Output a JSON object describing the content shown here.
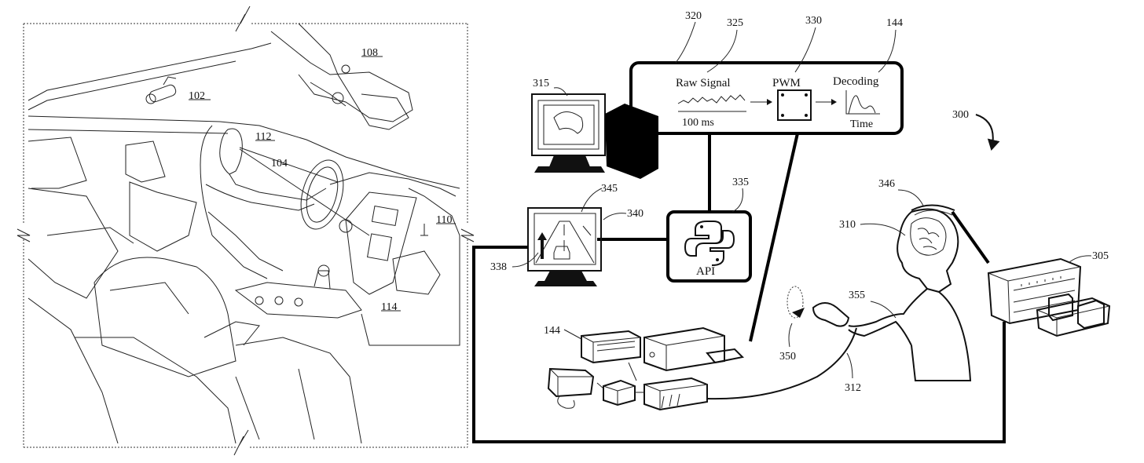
{
  "left_figure": {
    "refs": {
      "r102": "102",
      "r104": "104",
      "r108": "108",
      "r110": "110",
      "r112": "112",
      "r114": "114"
    }
  },
  "right_figure": {
    "system_ref": "300",
    "pipeline": {
      "stage1_label": "Raw Signal",
      "stage1_sublabel": "100 ms",
      "stage2_label": "PWM",
      "stage3_label": "Decoding",
      "stage3_sublabel": "Time"
    },
    "api_label": "API",
    "refs": {
      "r144a": "144",
      "r144b": "144",
      "r305": "305",
      "r310": "310",
      "r312": "312",
      "r315": "315",
      "r320": "320",
      "r325": "325",
      "r330": "330",
      "r335": "335",
      "r338": "338",
      "r340": "340",
      "r345": "345",
      "r346": "346",
      "r350": "350",
      "r355": "355"
    }
  }
}
